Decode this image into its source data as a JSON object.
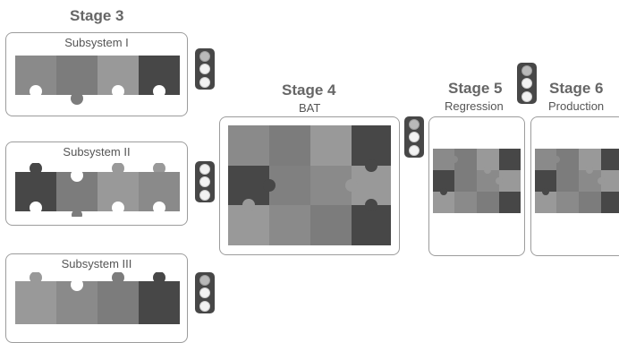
{
  "stages": {
    "stage3": {
      "title": "Stage 3"
    },
    "stage4": {
      "title": "Stage 4",
      "subtitle": "BAT"
    },
    "stage5": {
      "title": "Stage 5",
      "subtitle": "Regression"
    },
    "stage6": {
      "title": "Stage 6",
      "subtitle": "Production"
    }
  },
  "subsystems": [
    {
      "label": "Subsystem I"
    },
    {
      "label": "Subsystem II"
    },
    {
      "label": "Subsystem III"
    }
  ],
  "colors": {
    "dark": "#474747",
    "mid": "#868686",
    "light": "#9e9e9e",
    "box_border": "#9c9c9c",
    "light_housing": "#474747"
  },
  "icons": {
    "puzzle": "puzzle-piece-icon",
    "traffic_light": "traffic-light-icon"
  }
}
